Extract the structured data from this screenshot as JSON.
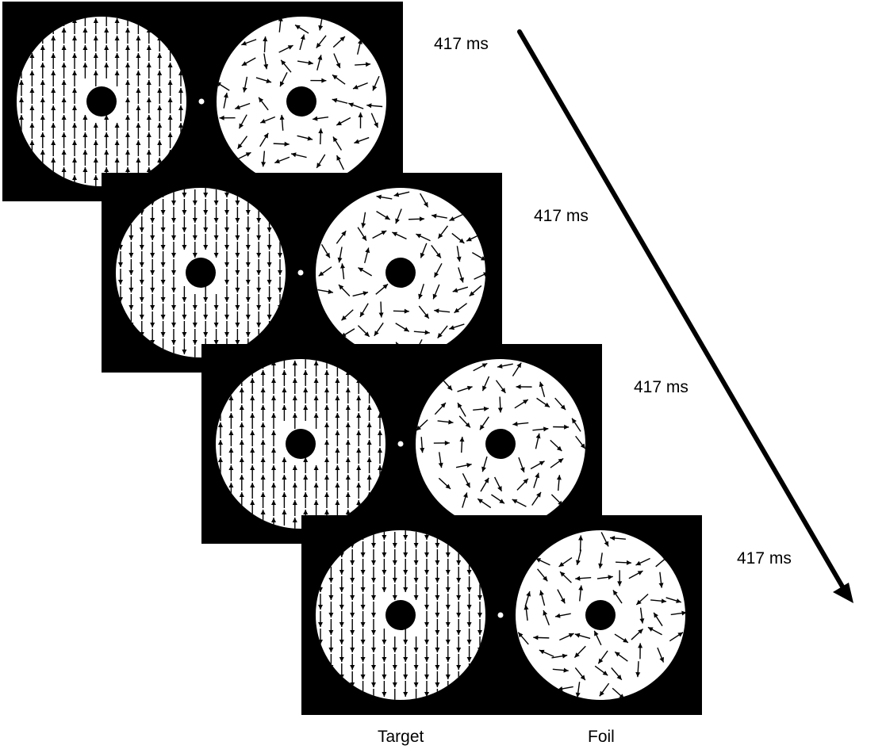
{
  "frames": [
    {
      "duration_label": "417 ms",
      "target_direction": "up"
    },
    {
      "duration_label": "417 ms",
      "target_direction": "down"
    },
    {
      "duration_label": "417 ms",
      "target_direction": "up"
    },
    {
      "duration_label": "417 ms",
      "target_direction": "down"
    }
  ],
  "labels": {
    "target": "Target",
    "foil": "Foil"
  },
  "colors": {
    "background": "#000000",
    "aperture": "#ffffff",
    "arrow": "#000000"
  }
}
